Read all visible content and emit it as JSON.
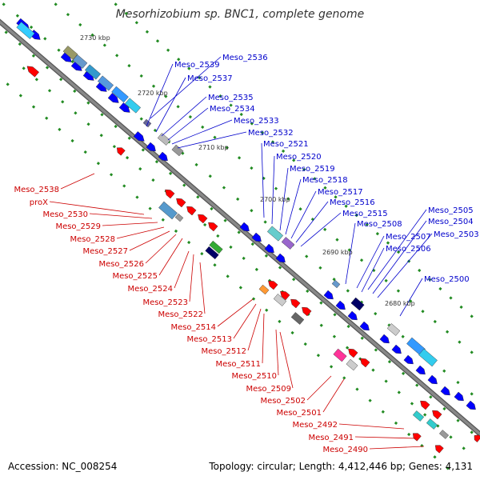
{
  "title": "Mesorhizobium sp. BNC1, complete genome",
  "footer": {
    "accession": "Accession: NC_008254",
    "topology": "Topology: circular; Length: 4,412,446 bp; Genes: 4,131"
  },
  "colors": {
    "forward_label": "#0000cc",
    "reverse_label": "#cc0000",
    "forward_gene": "#0000ff",
    "reverse_gene": "#ff0000",
    "backbone": "#888888",
    "tick_dots": "#228b22"
  },
  "scale_ticks": [
    {
      "label": "2730 kbp",
      "kbp": 2730
    },
    {
      "label": "2720 kbp",
      "kbp": 2720
    },
    {
      "label": "2710 kbp",
      "kbp": 2710
    },
    {
      "label": "2700 kbp",
      "kbp": 2700
    },
    {
      "label": "2690 kbp",
      "kbp": 2690
    },
    {
      "label": "2680 kbp",
      "kbp": 2680
    }
  ],
  "forward_labels": [
    "Meso_2536",
    "Meso_2539",
    "Meso_2537",
    "Meso_2535",
    "Meso_2534",
    "Meso_2533",
    "Meso_2532",
    "Meso_2521",
    "Meso_2520",
    "Meso_2519",
    "Meso_2518",
    "Meso_2517",
    "Meso_2516",
    "Meso_2515",
    "Meso_2505",
    "Meso_2504",
    "Meso_2508",
    "Meso_2503",
    "Meso_2507",
    "Meso_2506",
    "Meso_2500"
  ],
  "reverse_labels": [
    "Meso_2538",
    "proX",
    "Meso_2530",
    "Meso_2529",
    "Meso_2528",
    "Meso_2527",
    "Meso_2526",
    "Meso_2525",
    "Meso_2524",
    "Meso_2523",
    "Meso_2522",
    "Meso_2514",
    "Meso_2513",
    "Meso_2512",
    "Meso_2511",
    "Meso_2510",
    "Meso_2509",
    "Meso_2502",
    "Meso_2501",
    "Meso_2492",
    "Meso_2491",
    "Meso_2490"
  ]
}
